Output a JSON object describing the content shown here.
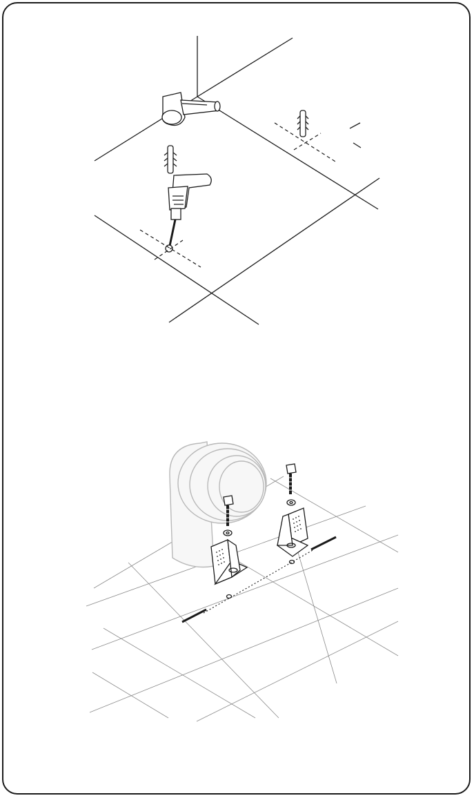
{
  "figure": {
    "panels": [
      {
        "id": "drill-and-plugs",
        "parts": [
          "pipe-elbow",
          "wall-plug",
          "wall-plug",
          "power-drill"
        ]
      },
      {
        "id": "bracket-fixing",
        "parts": [
          "pipe-elbow",
          "screw",
          "screw",
          "washer",
          "washer",
          "angle-bracket",
          "angle-bracket"
        ]
      }
    ]
  }
}
